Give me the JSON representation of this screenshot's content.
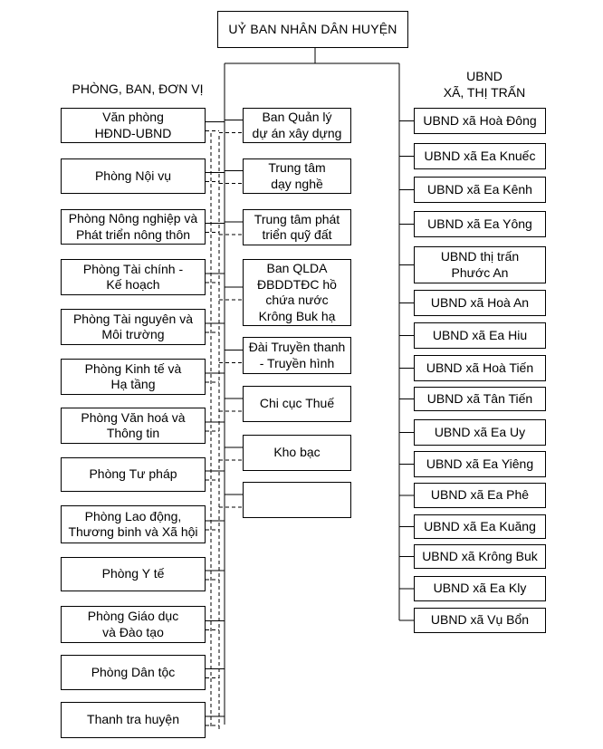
{
  "top": {
    "label": "UỶ BAN NHÂN DÂN HUYỆN"
  },
  "left_heading": "PHÒNG, BAN, ĐƠN VỊ",
  "right_heading": {
    "line1": "UBND",
    "line2": "XÃ, THỊ TRẤN"
  },
  "departments": [
    [
      "Văn phòng",
      "HĐND-UBND"
    ],
    [
      "Phòng Nội vụ"
    ],
    [
      "Phòng Nông nghiệp và",
      "Phát triển nông thôn"
    ],
    [
      "Phòng Tài chính -",
      "Kế hoạch"
    ],
    [
      "Phòng Tài nguyên và",
      "Môi trường"
    ],
    [
      "Phòng Kinh tế và",
      "Hạ tầng"
    ],
    [
      "Phòng Văn hoá và",
      "Thông tin"
    ],
    [
      "Phòng Tư pháp"
    ],
    [
      "Phòng Lao động,",
      "Thương binh và Xã hội"
    ],
    [
      "Phòng Y tế"
    ],
    [
      "Phòng Giáo dục",
      "và Đào tạo"
    ],
    [
      "Phòng Dân tộc"
    ],
    [
      "Thanh tra huyện"
    ]
  ],
  "units": [
    [
      "Ban Quản lý",
      "dự án xây dựng"
    ],
    [
      "Trung tâm",
      "dạy nghề"
    ],
    [
      "Trung tâm phát",
      "triển quỹ đất"
    ],
    [
      "Ban QLDA",
      "ĐBDDTĐC hồ",
      "chứa nước",
      "Krông Buk hạ"
    ],
    [
      "Đài Truyền thanh",
      "- Truyền hình"
    ],
    [
      "Chi cục Thuế"
    ],
    [
      "Kho bạc"
    ],
    []
  ],
  "communes": [
    [
      "UBND xã Hoà Đông"
    ],
    [
      "UBND xã Ea Knuếc"
    ],
    [
      "UBND xã Ea Kênh"
    ],
    [
      "UBND xã Ea Yông"
    ],
    [
      "UBND thị trấn",
      "Phước An"
    ],
    [
      "UBND xã Hoà An"
    ],
    [
      "UBND xã Ea Hiu"
    ],
    [
      "UBND xã Hoà Tiến"
    ],
    [
      "UBND xã Tân Tiến"
    ],
    [
      "UBND xã Ea Uy"
    ],
    [
      "UBND xã Ea Yiêng"
    ],
    [
      "UBND xã Ea Phê"
    ],
    [
      "UBND xã Ea Kuăng"
    ],
    [
      "UBND xã Krông Buk"
    ],
    [
      "UBND xã Ea Kly"
    ],
    [
      "UBND xã Vụ Bổn"
    ]
  ],
  "colors": {
    "line": "#000000",
    "box_border": "#000000",
    "background": "#ffffff"
  }
}
